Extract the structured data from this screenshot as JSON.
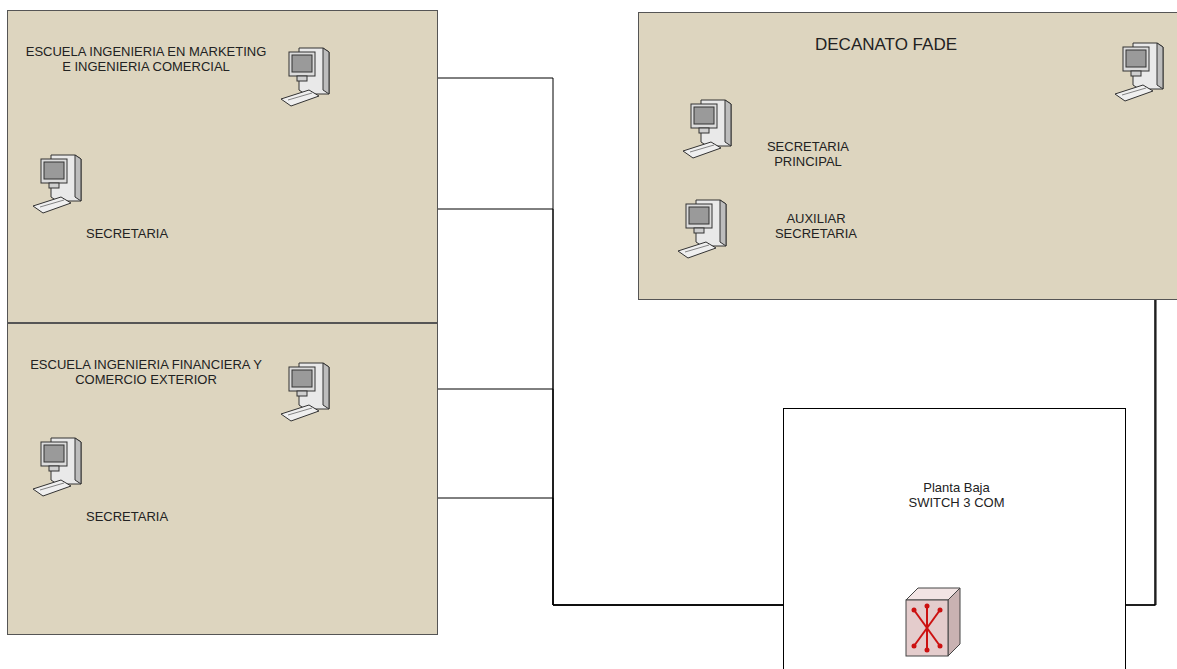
{
  "diagram": {
    "nodes": [
      {
        "text": []
      },
      {
        "text": [
          "ESCUELA INGENIERIA EN MARKETING E INGENIERIA COMERCIAL"
        ],
        "in": 0
      },
      {
        "text": [
          "SECRETARIA"
        ],
        "in": 0
      },
      {
        "text": []
      },
      {
        "text": [
          "ESCUELA INGENIERIA FINANCIERA Y COMERCIO EXTERIOR"
        ],
        "in": 3
      },
      {
        "text": [
          "SECRETARIA"
        ],
        "in": 3
      },
      {
        "text": [
          "DECANATO FADE"
        ]
      },
      {
        "text": [],
        "in": 6
      },
      {
        "text": [
          "SECRETARIA PRINCIPAL"
        ],
        "in": 6
      },
      {
        "text": [
          "AUXILIAR SECRETARIA"
        ],
        "in": 6
      },
      {
        "text": [
          "Planta Baja SWITCH 3 COM"
        ]
      },
      {
        "text": [],
        "in": 10
      }
    ],
    "edges": [
      {
        "from": 1,
        "to": 11,
        "arrow": "none"
      },
      {
        "from": 2,
        "to": 11,
        "arrow": "none"
      },
      {
        "from": 4,
        "to": 11,
        "arrow": "none"
      },
      {
        "from": 5,
        "to": 11,
        "arrow": "none"
      },
      {
        "from": 7,
        "to": 11,
        "arrow": "none"
      },
      {
        "from": 8,
        "to": 11,
        "arrow": "none"
      },
      {
        "from": 9,
        "to": 11,
        "arrow": "none"
      }
    ]
  }
}
